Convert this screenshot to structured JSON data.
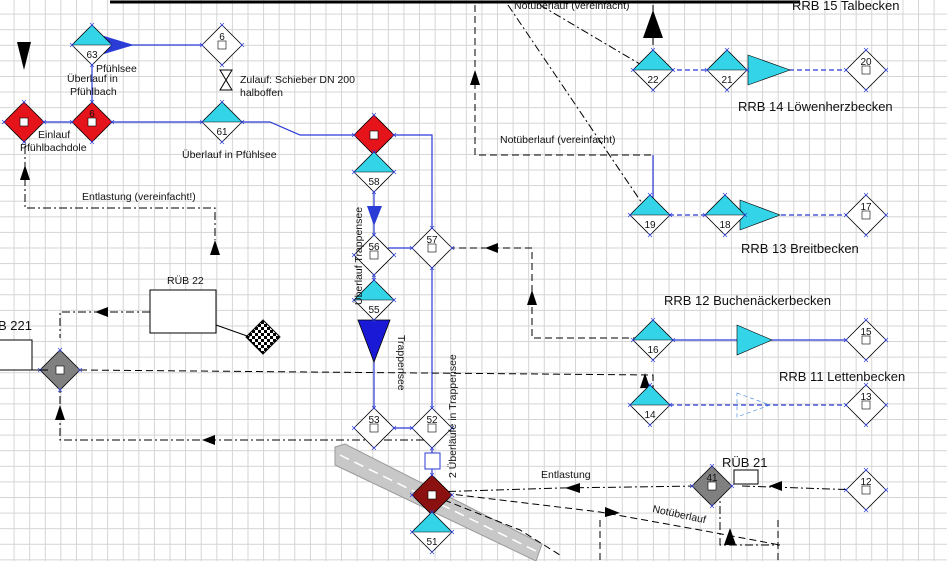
{
  "labels": {
    "pfuehlsee": "Pfühlsee",
    "ueberlauf_pfuehlbach_1": "Überlauf in",
    "ueberlauf_pfuehlbach_2": "Pfühlbach",
    "zulauf_1": "Zulauf: Schieber DN 200",
    "zulauf_2": "halboffen",
    "einlauf_1": "Einlauf",
    "einlauf_2": "Pfühlbachdole",
    "ueberlauf_pfuehlsee": "Überlauf in Pfühlsee",
    "notueberlauf_top": "Notüberlauf (vereinfacht)",
    "notueberlauf_mid": "Notüberlauf (vereinfacht)",
    "rrb15": "RRB 15 Talbecken",
    "rrb14": "RRB 14 Löwenherzbecken",
    "rrb13": "RRB 13 Breitbecken",
    "rrb12": "RRB 12 Buchenäckerbecken",
    "rrb11": "RRB 11 Lettenbecken",
    "entlastung_top": "Entlastung (vereinfacht!)",
    "rueb22": "RÜB 22",
    "rueb221": "B 221",
    "ueberlauf_trappensee": "Überlauf Trappensee",
    "trappensee": "Trappensee",
    "zwei_ueberlaeufe": "2 Überläufe in Trappensee",
    "rueb21": "RÜB 21",
    "entlastung_bottom": "Entlastung",
    "notueberlauf_bottom": "Notüberlauf"
  },
  "nodes": {
    "n63": "63",
    "n64": "6",
    "n62": "6",
    "n61": "61",
    "n58": "58",
    "n56": "56",
    "n55": "55",
    "n57": "57",
    "n53": "53",
    "n52": "52",
    "n51": "51",
    "n22": "22",
    "n21": "21",
    "n20": "20",
    "n19": "19",
    "n18": "18",
    "n17": "17",
    "n16": "16",
    "n15": "15",
    "n14": "14",
    "n13": "13",
    "n12": "12",
    "n41": "41"
  },
  "colors": {
    "grid": "#d4d4d4",
    "flow_blue": "#2b3bd6",
    "cyan": "#33d4e8",
    "red": "#e5131a",
    "dark_red": "#8b1010",
    "grey": "#808080",
    "road": "#c8c8c8"
  }
}
